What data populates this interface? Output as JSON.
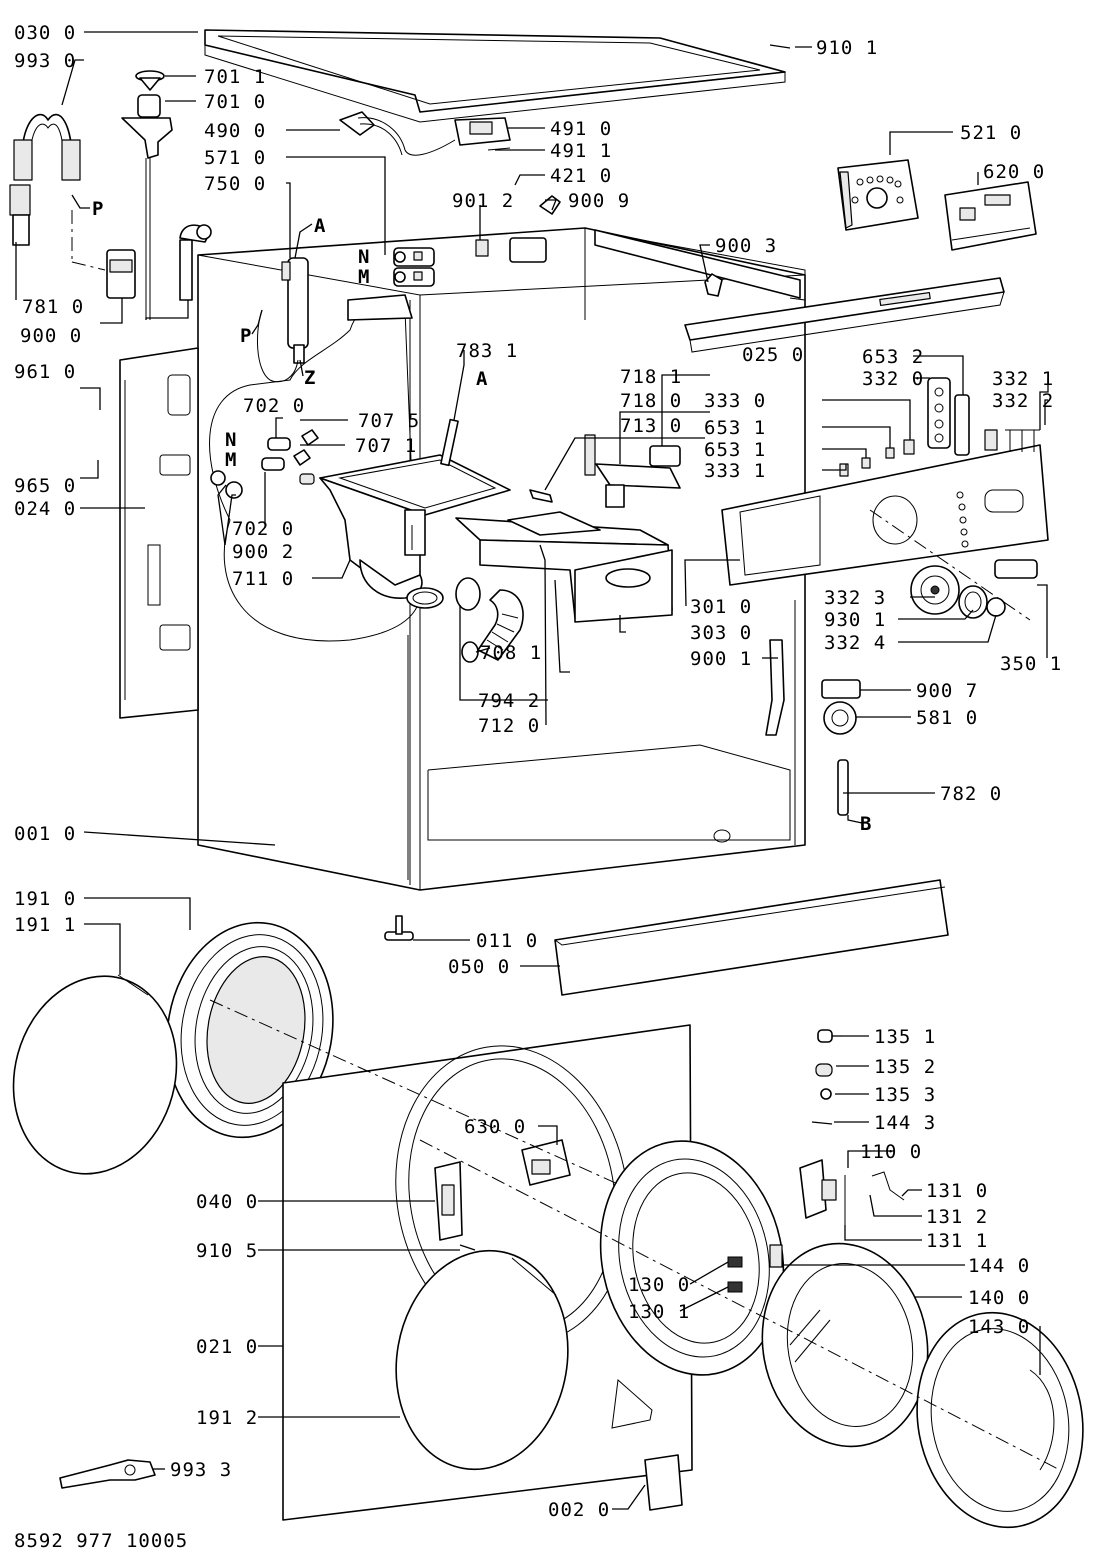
{
  "diagram": {
    "doc_number": "8592 977 10005",
    "labels": [
      "030 0",
      "993 0",
      "701 1",
      "701 0",
      "490 0",
      "571 0",
      "750 0",
      "910 1",
      "491 0",
      "491 1",
      "421 0",
      "900 9",
      "901 2",
      "521 0",
      "620 0",
      "900 3",
      "025 0",
      "781 0",
      "900 0",
      "961 0",
      "965 0",
      "024 0",
      "783 1",
      "702 0",
      "707 5",
      "707 1",
      "702 0",
      "900 2",
      "711 0",
      "718 1",
      "718 0",
      "713 0",
      "653 2",
      "332 0",
      "332 1",
      "332 2",
      "333 0",
      "653 1",
      "653 1",
      "333 1",
      "301 0",
      "303 0",
      "900 1",
      "332 3",
      "930 1",
      "332 4",
      "350 1",
      "708 1",
      "794 2",
      "712 0",
      "900 7",
      "581 0",
      "782 0",
      "001 0",
      "191 0",
      "191 1",
      "011 0",
      "050 0",
      "135 1",
      "135 2",
      "135 3",
      "144 3",
      "110 0",
      "131 0",
      "131 2",
      "131 1",
      "630 0",
      "040 0",
      "910 5",
      "130 0",
      "130 1",
      "144 0",
      "140 0",
      "143 0",
      "021 0",
      "191 2",
      "993 3",
      "002 0"
    ],
    "letters": [
      "P",
      "A",
      "N",
      "M",
      "P",
      "Z",
      "A",
      "N",
      "M",
      "B"
    ]
  }
}
